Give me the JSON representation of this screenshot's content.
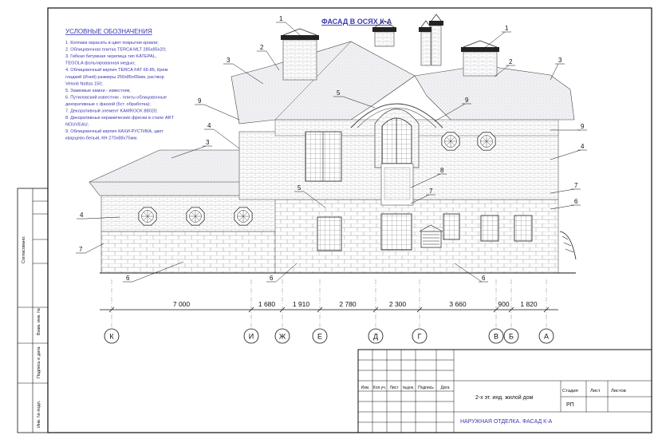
{
  "title": "ФАСАД В ОСЯХ К-А",
  "legend": {
    "heading": "УСЛОВНЫЕ ОБОЗНАЧЕНИЯ",
    "lines": [
      "1. Колпаки окрасить в цвет покрытия кровли;",
      "2. Облицовочная плитка TERCA MLT 285x85x20;",
      "3. Гибкая битумная черепица тип KATEPAL,",
      "TEGOLA фольгированная медью;",
      "4. Облицовочный кирпич TERCA FAT 65-85, Крем",
      "гладкий (Иней) размеры 250х85х65мм, раствор",
      "Velonit Nattas 150;",
      "5. Замковые камни - известняк;",
      "6. Путиловский известняк - плиты облицовочные",
      "декоративные с фаской (5ст. обработка);",
      "7. Декоративный элемент KAMROCK 88020;",
      "8. Декоративные керамические фрески в стиле ART",
      "NOUVEAU;",
      "9. Облицовочный кирпич КАХИ-РУСТИКА, цвет",
      "кварцево-белый, КН 270х88х75мм."
    ]
  },
  "callouts": [
    "1",
    "2",
    "3",
    "4",
    "5",
    "6",
    "7",
    "8",
    "9"
  ],
  "axes": [
    "К",
    "И",
    "Ж",
    "Е",
    "Д",
    "Г",
    "В",
    "Б",
    "А"
  ],
  "dimensions": [
    "7 000",
    "1 680",
    "1 910",
    "2 780",
    "2 300",
    "3 660",
    "900",
    "1 820"
  ],
  "side_stamp": {
    "agreed": "Согласовано:",
    "inv_replace": "Взам. инв. №",
    "sign_date": "Подпись и дата",
    "inv_orig": "Инв. № подл."
  },
  "title_block": {
    "headers": [
      "Изм.",
      "Кол.уч.",
      "Лист",
      "№док.",
      "Подпись",
      "Дата"
    ],
    "project": "2-х эт. инд. жилой дом",
    "sheet_title": "НАРУЖНАЯ ОТДЕЛКА. ФАСАД К-А",
    "stage_label": "Стадия",
    "sheet_label": "Лист",
    "sheets_label": "Листов",
    "stage_value": "РП"
  }
}
